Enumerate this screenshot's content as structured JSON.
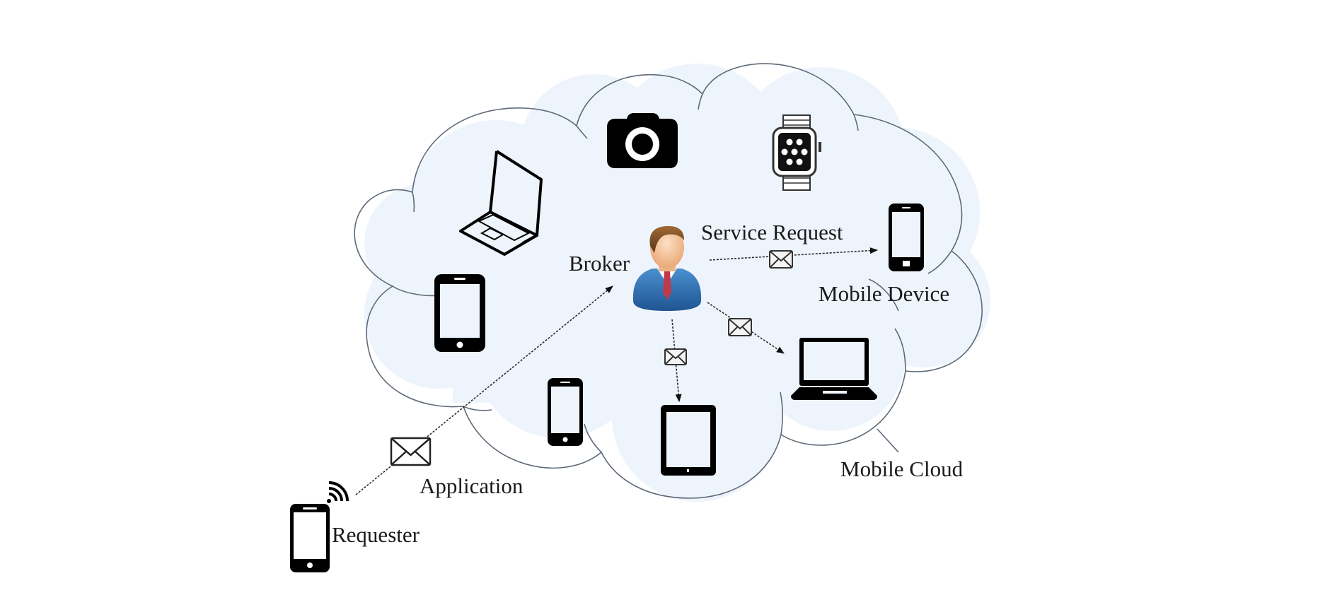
{
  "diagram": {
    "title": "Mobile cloud service request via broker",
    "colors": {
      "cloud_fill": "#eef4fc",
      "cloud_outline": "#5f6a78",
      "icon": "#000000",
      "suit": "#2f6fae",
      "tie": "#c0394a",
      "skin": "#f6c9a0",
      "hair": "#7a4b22"
    },
    "labels": {
      "broker": "Broker",
      "service_request": "Service Request",
      "mobile_device": "Mobile Device",
      "mobile_cloud": "Mobile Cloud",
      "application": "Application",
      "requester": "Requester"
    },
    "nodes": [
      {
        "id": "requester",
        "icon": "smartphone-icon",
        "label": "Requester",
        "inside_cloud": false
      },
      {
        "id": "broker",
        "icon": "businessman-icon",
        "label": "Broker",
        "inside_cloud": true
      },
      {
        "id": "mobile-device",
        "icon": "smartphone-icon",
        "label": "Mobile Device",
        "inside_cloud": true
      },
      {
        "id": "camera",
        "icon": "camera-icon",
        "inside_cloud": true
      },
      {
        "id": "smartwatch",
        "icon": "smartwatch-icon",
        "inside_cloud": true
      },
      {
        "id": "laptop-outline",
        "icon": "laptop-icon",
        "inside_cloud": true
      },
      {
        "id": "phone-left",
        "icon": "smartphone-icon",
        "inside_cloud": true
      },
      {
        "id": "phone-small",
        "icon": "smartphone-icon",
        "inside_cloud": true
      },
      {
        "id": "tablet",
        "icon": "tablet-icon",
        "inside_cloud": true
      },
      {
        "id": "laptop",
        "icon": "laptop-icon",
        "inside_cloud": true
      }
    ],
    "edges": [
      {
        "from": "requester",
        "to": "broker",
        "label": "Application",
        "message_icon": "envelope-icon"
      },
      {
        "from": "broker",
        "to": "mobile-device",
        "label": "Service Request",
        "message_icon": "envelope-icon"
      },
      {
        "from": "broker",
        "to": "laptop",
        "message_icon": "envelope-icon"
      },
      {
        "from": "broker",
        "to": "tablet",
        "message_icon": "envelope-icon"
      }
    ]
  }
}
